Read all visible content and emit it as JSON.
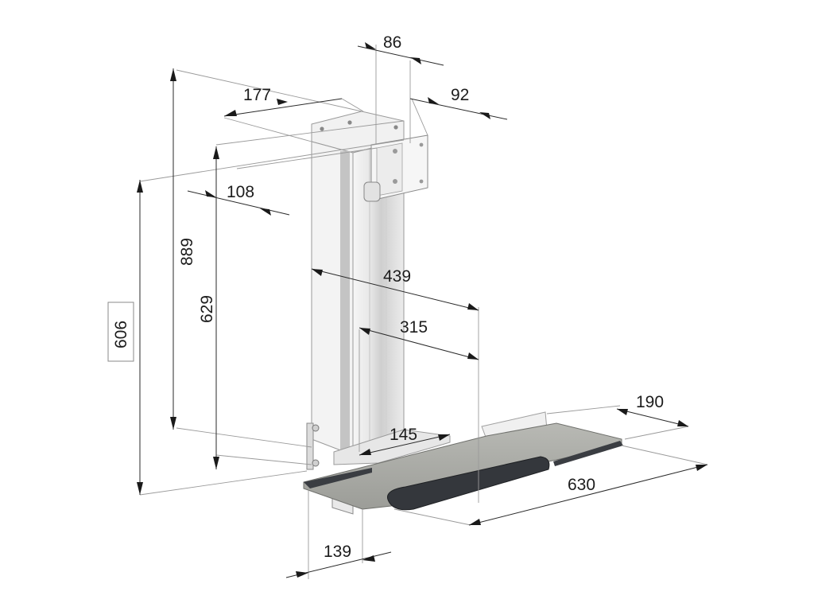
{
  "diagram": {
    "dimensions": {
      "d86": "86",
      "d177": "177",
      "d92": "92",
      "d108": "108",
      "d889": "889",
      "d629": "629",
      "d606": "606",
      "d439": "439",
      "d315": "315",
      "d145": "145",
      "d190": "190",
      "d630": "630",
      "d139": "139"
    },
    "colors": {
      "column_light": "#eeeeee",
      "column_mid": "#d9d9d9",
      "column_dark": "#c8c8c8",
      "tray": "#a9aaa5",
      "tray_rim": "#3a3d42",
      "wrist_rest": "#34373c",
      "arrow": "#1a1a1a"
    }
  }
}
